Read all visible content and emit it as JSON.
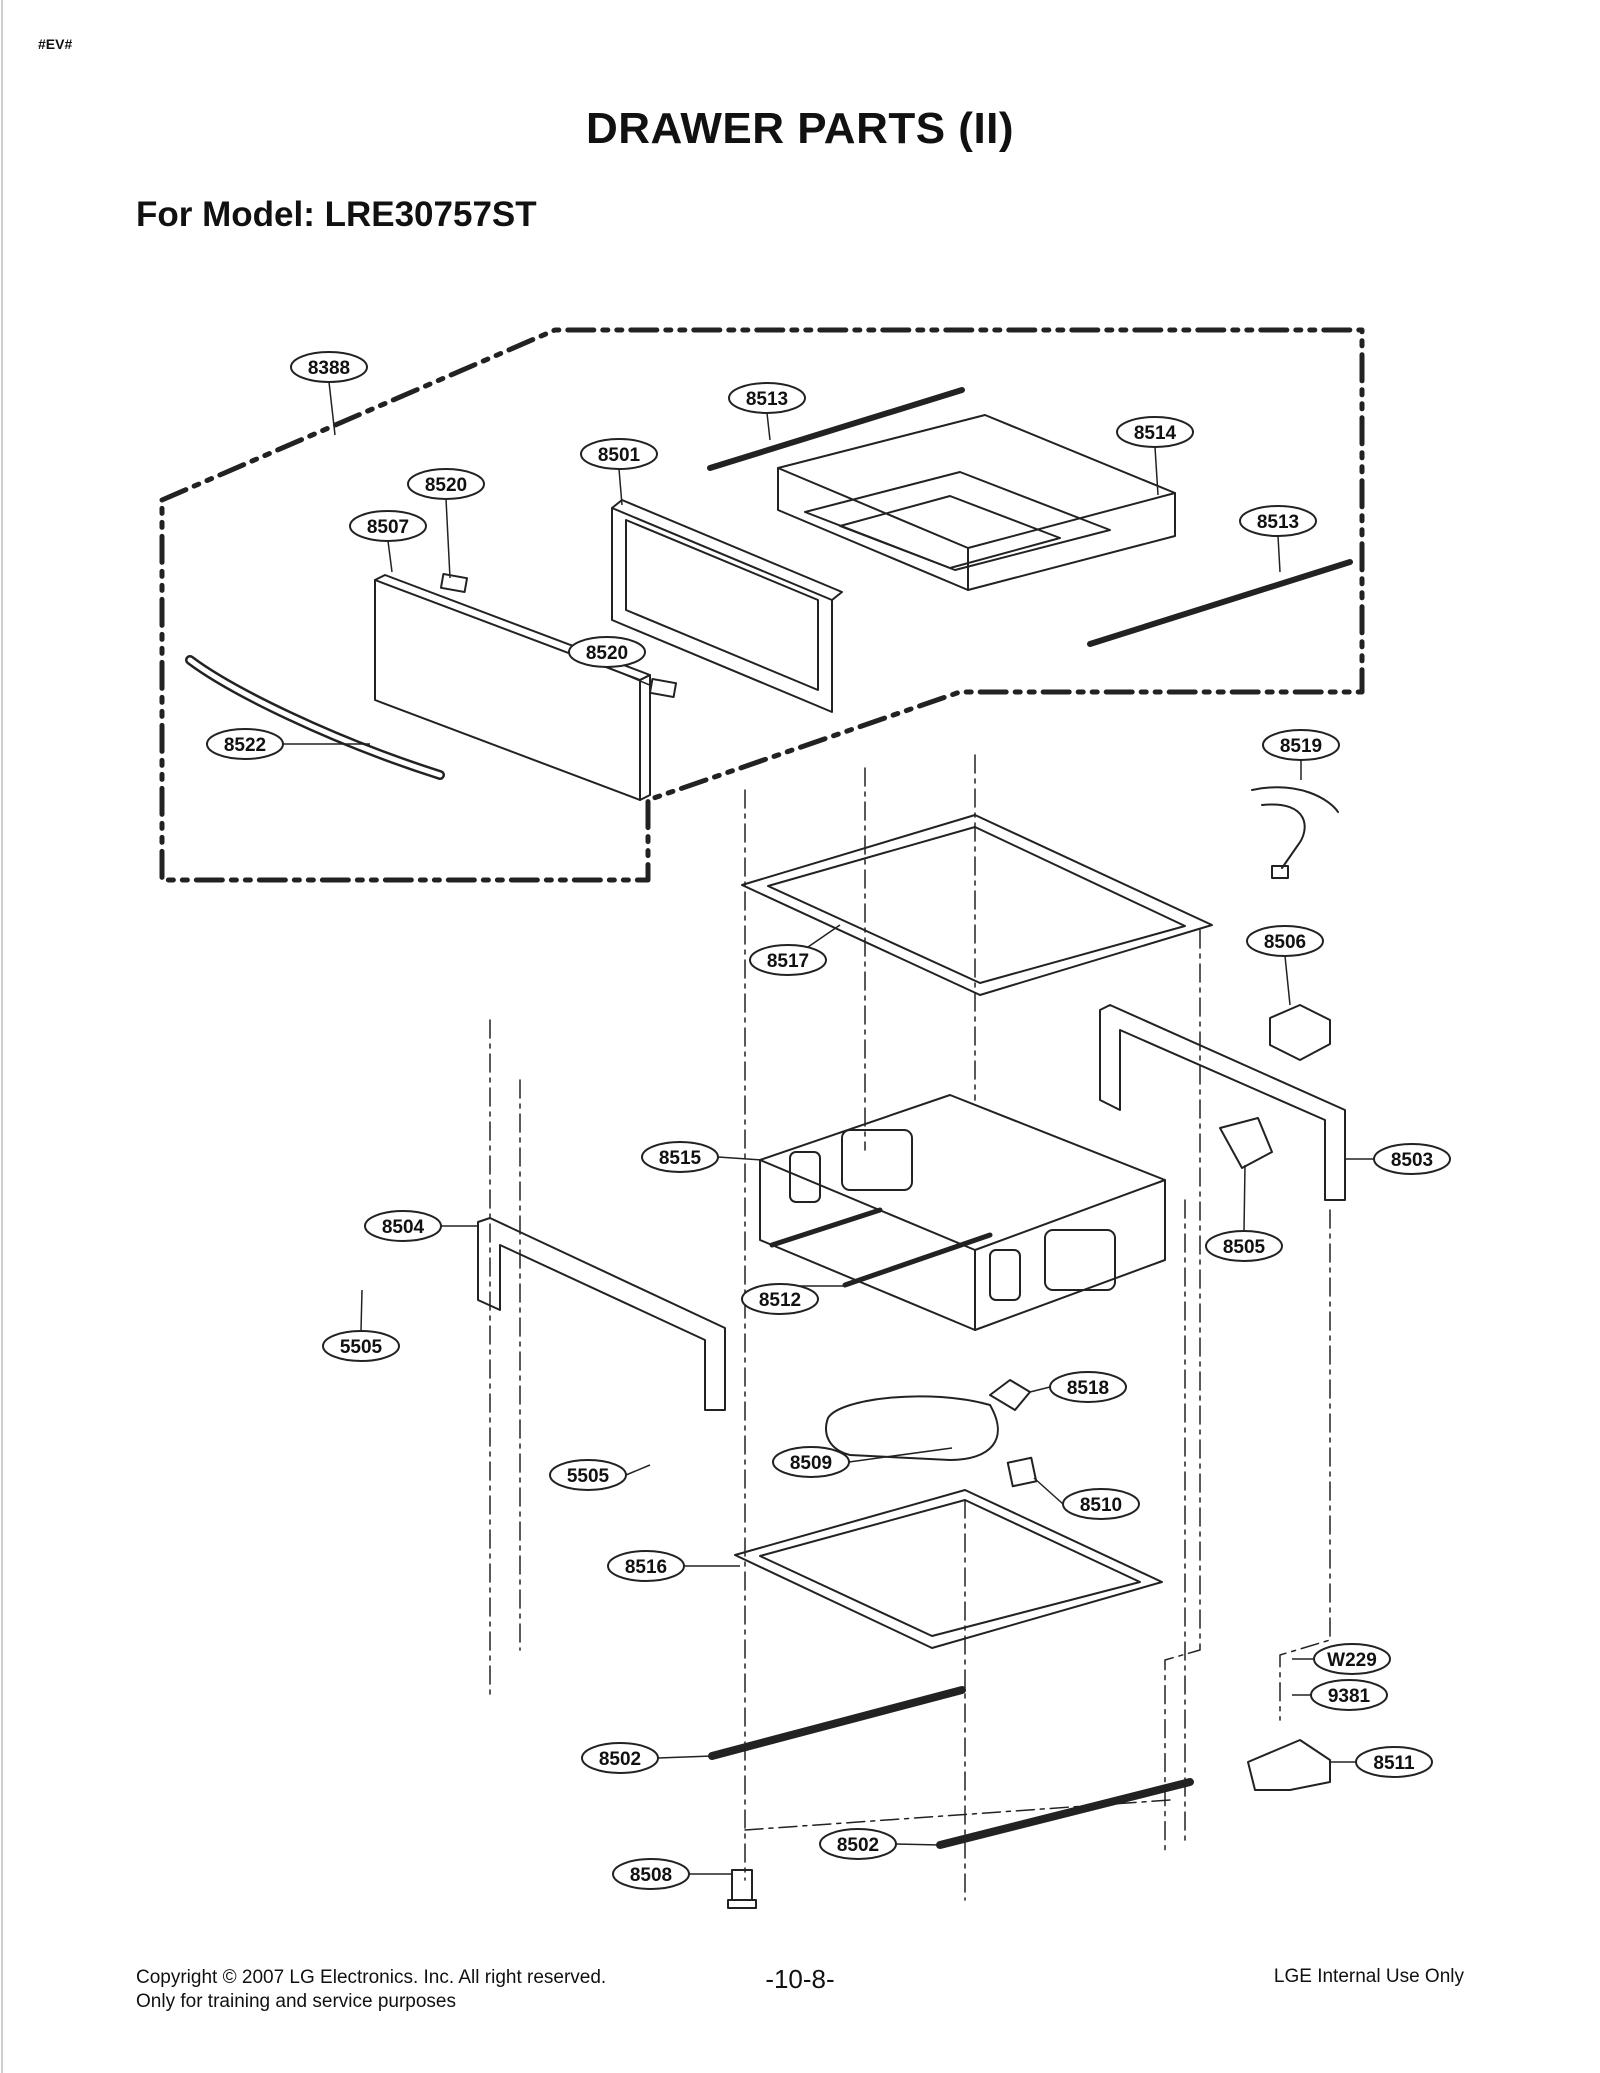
{
  "header": {
    "corner_mark": "#EV#",
    "title": "DRAWER PARTS (II)",
    "subtitle": "For Model: LRE30757ST"
  },
  "callouts": [
    {
      "id": "8388"
    },
    {
      "id": "8513"
    },
    {
      "id": "8514"
    },
    {
      "id": "8501"
    },
    {
      "id": "8520"
    },
    {
      "id": "8507"
    },
    {
      "id": "8513"
    },
    {
      "id": "8520"
    },
    {
      "id": "8522"
    },
    {
      "id": "8519"
    },
    {
      "id": "8517"
    },
    {
      "id": "8506"
    },
    {
      "id": "8515"
    },
    {
      "id": "8503"
    },
    {
      "id": "8504"
    },
    {
      "id": "8505"
    },
    {
      "id": "8512"
    },
    {
      "id": "5505"
    },
    {
      "id": "8518"
    },
    {
      "id": "5505"
    },
    {
      "id": "8509"
    },
    {
      "id": "8510"
    },
    {
      "id": "8516"
    },
    {
      "id": "W229"
    },
    {
      "id": "9381"
    },
    {
      "id": "8511"
    },
    {
      "id": "8502"
    },
    {
      "id": "8502"
    },
    {
      "id": "8508"
    }
  ],
  "footer": {
    "copyright": "Copyright © 2007 LG Electronics. Inc. All right reserved.",
    "training_note": "Only for training and service purposes",
    "page_number": "-10-8-",
    "usage_note": "LGE Internal Use Only"
  }
}
